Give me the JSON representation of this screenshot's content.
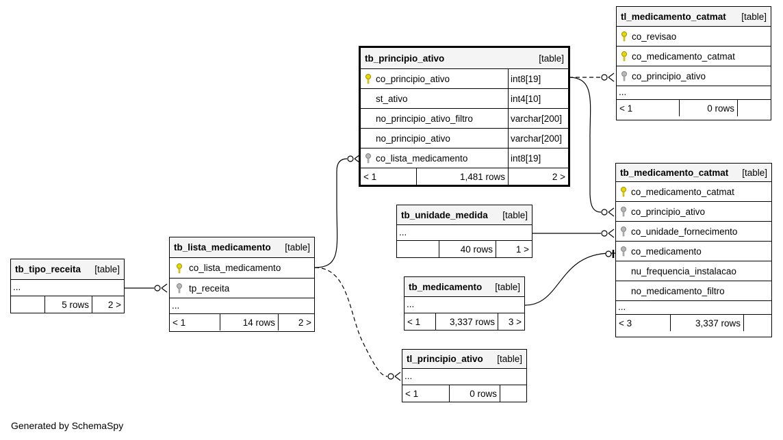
{
  "footer": "Generated by SchemaSpy",
  "tables": {
    "tb_principio_ativo": {
      "name": "tb_principio_ativo",
      "kind": "[table]",
      "columns": [
        {
          "name": "co_principio_ativo",
          "type": "int8[19]",
          "key": "primary"
        },
        {
          "name": "st_ativo",
          "type": "int4[10]",
          "key": "none"
        },
        {
          "name": "no_principio_ativo_filtro",
          "type": "varchar[200]",
          "key": "none"
        },
        {
          "name": "no_principio_ativo",
          "type": "varchar[200]",
          "key": "none"
        },
        {
          "name": "co_lista_medicamento",
          "type": "int8[19]",
          "key": "foreign"
        }
      ],
      "parents": "< 1",
      "rows": "1,481 rows",
      "children": "2 >"
    },
    "tl_medicamento_catmat": {
      "name": "tl_medicamento_catmat",
      "kind": "[table]",
      "columns": [
        {
          "name": "co_revisao",
          "key": "primary"
        },
        {
          "name": "co_medicamento_catmat",
          "key": "primary"
        },
        {
          "name": "co_principio_ativo",
          "key": "foreign"
        }
      ],
      "ellipsis": "...",
      "parents": "< 1",
      "rows": "0 rows",
      "children": ""
    },
    "tb_medicamento_catmat": {
      "name": "tb_medicamento_catmat",
      "kind": "[table]",
      "columns": [
        {
          "name": "co_medicamento_catmat",
          "key": "primary"
        },
        {
          "name": "co_principio_ativo",
          "key": "foreign"
        },
        {
          "name": "co_unidade_fornecimento",
          "key": "foreign"
        },
        {
          "name": "co_medicamento",
          "key": "foreign"
        },
        {
          "name": "nu_frequencia_instalacao",
          "key": "none"
        },
        {
          "name": "no_medicamento_filtro",
          "key": "none"
        }
      ],
      "ellipsis": "...",
      "parents": "< 3",
      "rows": "3,337 rows",
      "children": ""
    },
    "tb_unidade_medida": {
      "name": "tb_unidade_medida",
      "kind": "[table]",
      "ellipsis": "...",
      "parents": "",
      "rows": "40 rows",
      "children": "1 >"
    },
    "tb_medicamento": {
      "name": "tb_medicamento",
      "kind": "[table]",
      "ellipsis": "...",
      "parents": "< 1",
      "rows": "3,337 rows",
      "children": "3 >"
    },
    "tb_lista_medicamento": {
      "name": "tb_lista_medicamento",
      "kind": "[table]",
      "columns": [
        {
          "name": "co_lista_medicamento",
          "key": "primary"
        },
        {
          "name": "tp_receita",
          "key": "foreign"
        }
      ],
      "ellipsis": "...",
      "parents": "< 1",
      "rows": "14 rows",
      "children": "2 >"
    },
    "tb_tipo_receita": {
      "name": "tb_tipo_receita",
      "kind": "[table]",
      "ellipsis": "...",
      "parents": "",
      "rows": "5 rows",
      "children": "2 >"
    },
    "tl_principio_ativo": {
      "name": "tl_principio_ativo",
      "kind": "[table]",
      "ellipsis": "...",
      "parents": "< 1",
      "rows": "0 rows",
      "children": ""
    }
  },
  "colors": {
    "primary_key": "#e8d800",
    "foreign_key": "#b8b8b8",
    "header_bg": "#f4f4f4"
  }
}
